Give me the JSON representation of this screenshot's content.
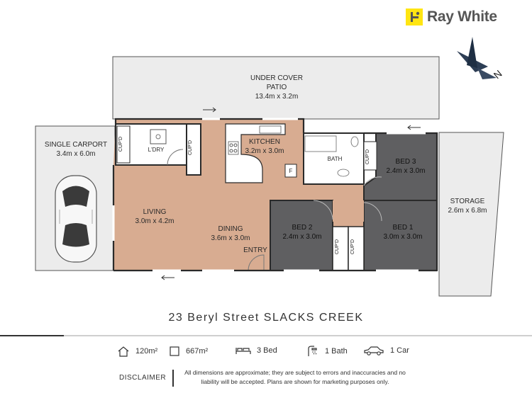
{
  "brand": {
    "name": "Ray White",
    "accent_color": "#ffe512"
  },
  "compass": {
    "label": "N",
    "icon": "north-arrow-icon"
  },
  "rooms": {
    "patio": {
      "name": "UNDER COVER PATIO",
      "name_line1": "UNDER COVER",
      "name_line2": "PATIO",
      "size": "13.4m x 3.2m"
    },
    "carport": {
      "name": "SINGLE CARPORT",
      "size": "3.4m x 6.0m"
    },
    "storage": {
      "name": "STORAGE",
      "size": "2.6m x 6.8m"
    },
    "kitchen": {
      "name": "KITCHEN",
      "size": "3.2m x 3.0m"
    },
    "living": {
      "name": "LIVING",
      "size": "3.0m x 4.2m"
    },
    "dining": {
      "name": "DINING",
      "size": "3.6m x 3.0m"
    },
    "entry": {
      "name": "ENTRY"
    },
    "bed1": {
      "name": "BED 1",
      "size": "3.0m x 3.0m"
    },
    "bed2": {
      "name": "BED 2",
      "size": "2.4m x 3.0m"
    },
    "bed3": {
      "name": "BED 3",
      "size": "2.4m x 3.0m"
    },
    "bath": {
      "name": "BATH"
    },
    "laundry": {
      "name": "L'DRY"
    },
    "cupboard": {
      "name": "CUP'D"
    },
    "fridge": {
      "name": "F"
    }
  },
  "address": "23 Beryl Street SLACKS CREEK",
  "stats": [
    {
      "icon": "house-area-icon",
      "value": "120m²"
    },
    {
      "icon": "land-area-icon",
      "value": "667m²"
    },
    {
      "icon": "bed-icon",
      "value": "3 Bed"
    },
    {
      "icon": "shower-icon",
      "value": "1 Bath"
    },
    {
      "icon": "car-icon",
      "value": "1 Car"
    }
  ],
  "disclaimer": {
    "title": "DISCLAIMER",
    "text": "All dimensions are approximate; they are subject to errors and inaccuracies and no liability will be accepted. Plans are shown for marketing purposes only."
  },
  "colors": {
    "wood_floor": "#d8ac91",
    "bedroom": "#5f5f61",
    "outdoor": "#ececec",
    "wet_area": "#ffffff"
  }
}
